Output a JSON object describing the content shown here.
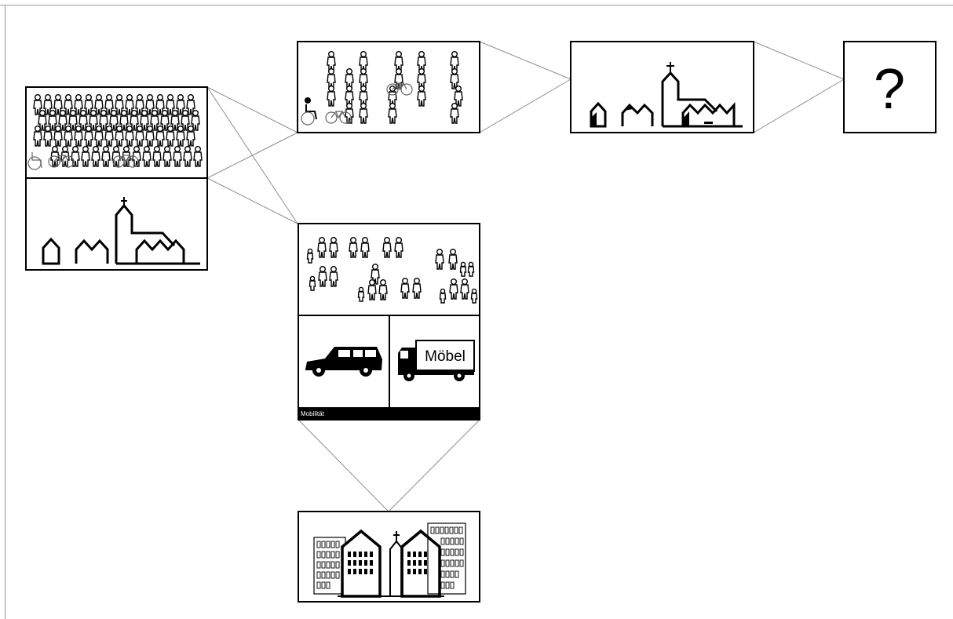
{
  "nodes": {
    "start": {
      "name": "crowd-and-village"
    },
    "top_middle": {
      "name": "dispersed-people"
    },
    "village": {
      "name": "village"
    },
    "unknown": {
      "name": "unknown-outcome",
      "label": "?"
    },
    "mobility": {
      "name": "mobility-panel",
      "truck_label": "Möbel",
      "caption": "Mobilität"
    },
    "city": {
      "name": "city"
    }
  },
  "edges": [
    {
      "from": "start",
      "to": "top_middle"
    },
    {
      "from": "start",
      "to": "mobility"
    },
    {
      "from": "top_middle",
      "to": "village"
    },
    {
      "from": "village",
      "to": "unknown"
    },
    {
      "from": "mobility",
      "to": "city"
    }
  ],
  "colors": {
    "ink": "#000000",
    "connector": "#8f8f8f",
    "background": "#ffffff"
  },
  "icons": [
    "people-crowd-icon",
    "village-church-icon",
    "person-icon",
    "wheelchair-icon",
    "bicycle-icon",
    "car-icon",
    "moving-truck-icon",
    "city-buildings-icon",
    "question-mark-icon"
  ]
}
